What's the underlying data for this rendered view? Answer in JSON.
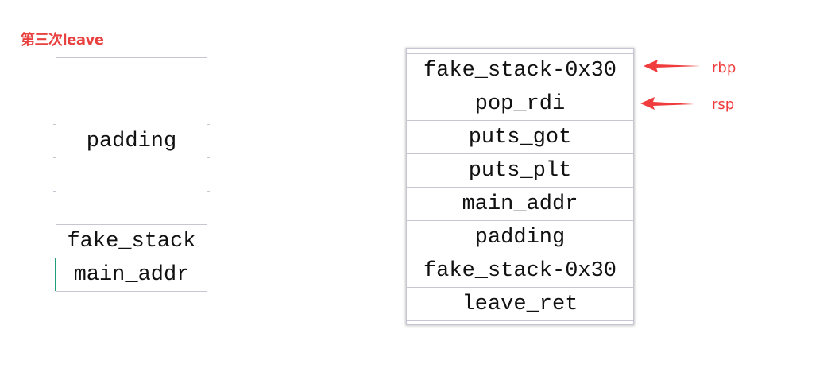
{
  "title": {
    "text": "第三次leave",
    "color": "#e8413f"
  },
  "left_stack": {
    "cells": [
      "padding",
      "fake_stack",
      "main_addr"
    ]
  },
  "right_stack": {
    "cells": [
      "fake_stack-0x30",
      "pop_rdi",
      "puts_got",
      "puts_plt",
      "main_addr",
      "padding",
      "fake_stack-0x30",
      "leave_ret"
    ]
  },
  "pointers": {
    "rbp": {
      "label": "rbp",
      "points_to": "fake_stack-0x30"
    },
    "rsp": {
      "label": "rsp",
      "points_to": "pop_rdi"
    },
    "color": "#f03c3c"
  }
}
